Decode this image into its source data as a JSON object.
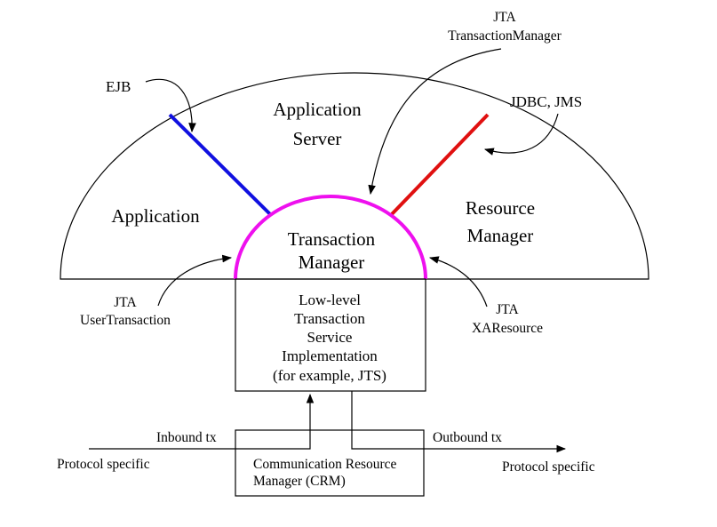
{
  "colors": {
    "ejb_line": "#1010e0",
    "jdbc_line": "#e01010",
    "tm_arc": "#ee10ee",
    "stroke": "#000000"
  },
  "labels": {
    "ejb": "EJB",
    "app_server": [
      "Application",
      "Server"
    ],
    "jta_tm": [
      "JTA",
      "TransactionManager"
    ],
    "jdbc_jms": "JDBC, JMS",
    "application": "Application",
    "resource_manager": [
      "Resource",
      "Manager"
    ],
    "transaction_manager": [
      "Transaction",
      "Manager"
    ],
    "jta_user": [
      "JTA",
      "UserTransaction"
    ],
    "jta_xa": [
      "JTA",
      "XAResource"
    ],
    "low_level": [
      "Low-level",
      "Transaction",
      "Service",
      "Implementation",
      "(for example, JTS)"
    ],
    "inbound": "Inbound tx",
    "outbound": "Outbound tx",
    "protocol_left": "Protocol specific",
    "protocol_right": "Protocol specific",
    "crm": [
      "Communication Resource",
      "Manager (CRM)"
    ]
  }
}
